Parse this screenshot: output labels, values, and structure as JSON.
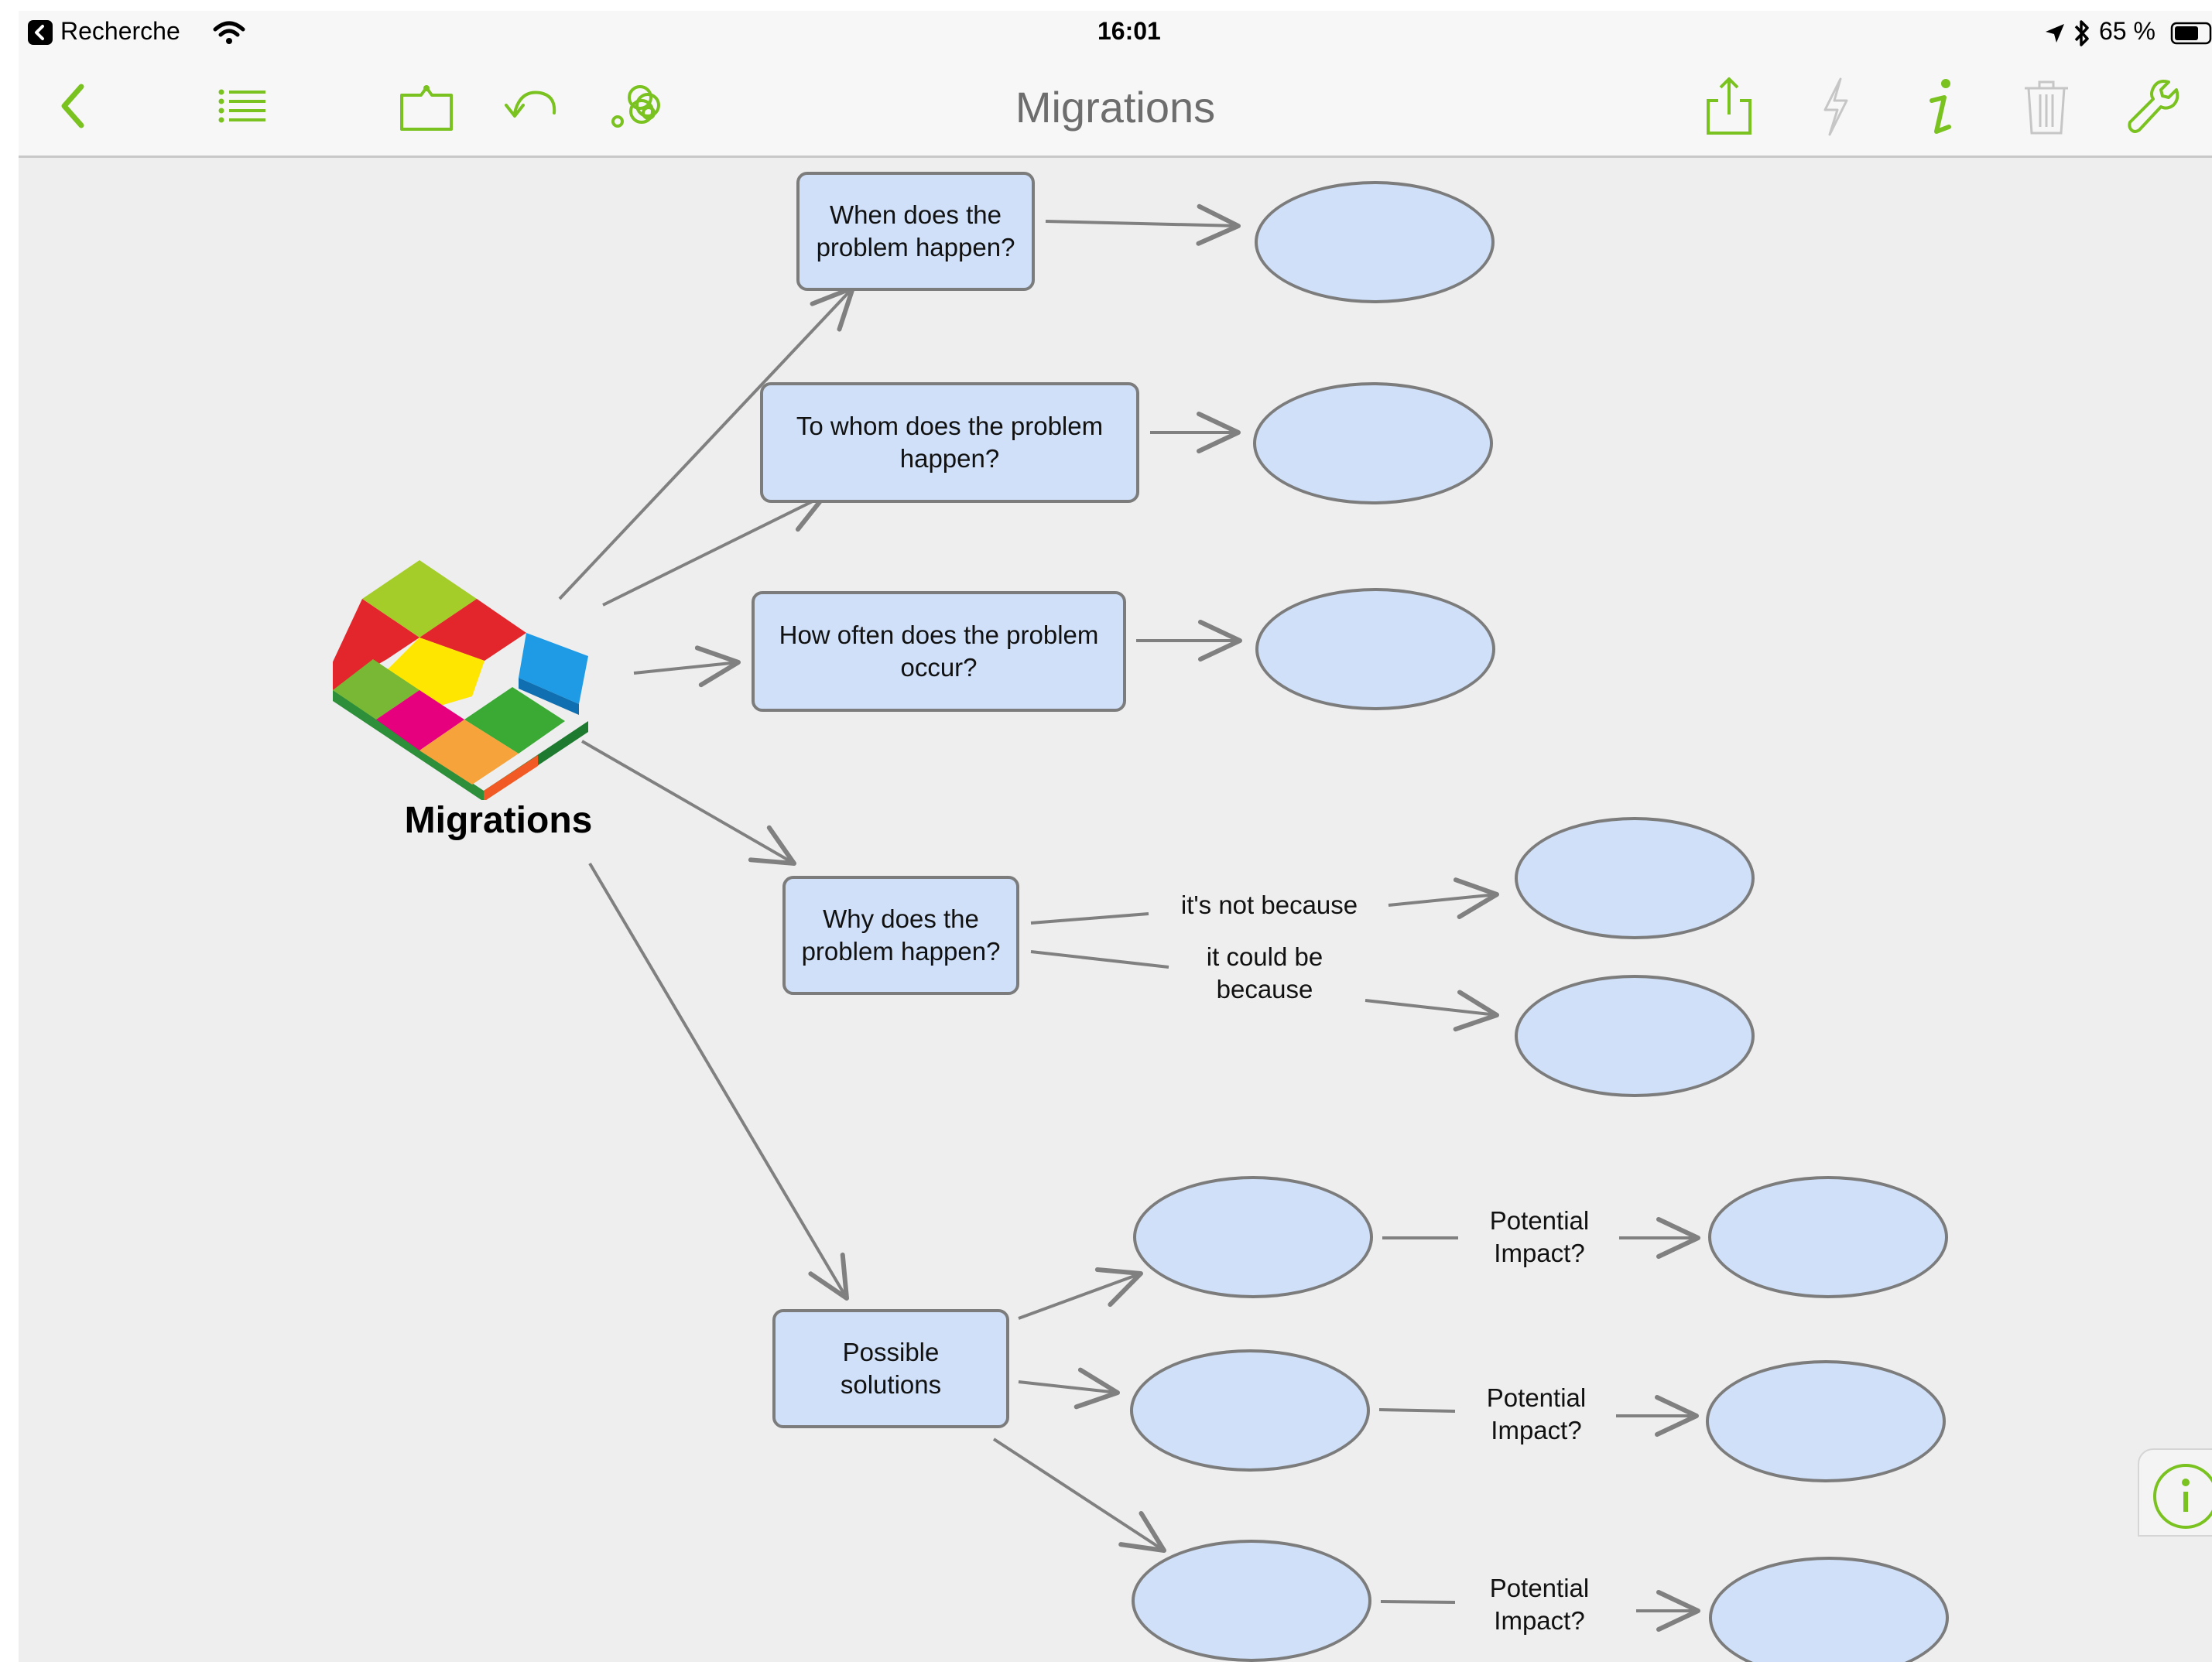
{
  "status_bar": {
    "back_app": "Recherche",
    "time": "16:01",
    "battery": "65 %"
  },
  "toolbar": {
    "title": "Migrations"
  },
  "colors": {
    "accent": "#7ac21f",
    "node_fill": "#cfe0f8",
    "node_border": "#7c7c7c",
    "canvas": "#eeeeee"
  },
  "icons": [
    "back-icon",
    "outline-icon",
    "canvas-icon",
    "undo-icon",
    "style-icon",
    "share-icon",
    "lightning-icon",
    "info-icon",
    "trash-icon",
    "wrench-icon",
    "info-bubble-icon"
  ],
  "map": {
    "root": {
      "label": "Migrations"
    },
    "topics": [
      {
        "label": "When does the\nproblem happen?"
      },
      {
        "label": "To whom does the problem\nhappen?"
      },
      {
        "label": "How often does the problem\noccur?"
      },
      {
        "label": "Why does the\nproblem happen?"
      },
      {
        "label": "Possible\nsolutions"
      }
    ],
    "link_labels": {
      "not_because": "it's not because",
      "could_be": "it could be\nbecause",
      "impact_1": "Potential\nImpact?",
      "impact_2": "Potential\nImpact?",
      "impact_3": "Potential\nImpact?"
    }
  }
}
